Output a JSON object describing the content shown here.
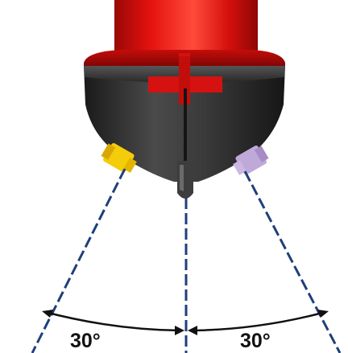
{
  "angles": {
    "left_label": "30°",
    "right_label": "30°"
  },
  "colors": {
    "background": "#ffffff",
    "cylinder_red": "#e3120f",
    "cap_dark": "#2b2b2b",
    "nozzle_yellow": "#f3cc0a",
    "nozzle_violet": "#bfa9d8",
    "spray_line": "#1f3f7a",
    "arc_black": "#111111"
  },
  "parts": {
    "left_nozzle_icon": "yellow-nozzle",
    "right_nozzle_icon": "violet-nozzle",
    "center_nozzle_icon": "center-nozzle"
  }
}
